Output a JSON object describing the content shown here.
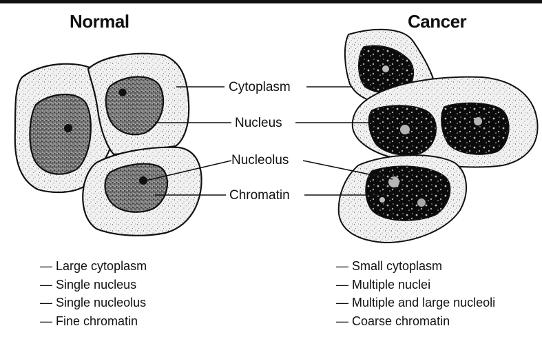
{
  "headings": {
    "normal": "Normal",
    "cancer": "Cancer"
  },
  "labels": {
    "cytoplasm": "Cytoplasm",
    "nucleus": "Nucleus",
    "nucleolus": "Nucleolus",
    "chromatin": "Chromatin"
  },
  "normal_features": [
    "Large cytoplasm",
    "Single nucleus",
    "Single nucleolus",
    "Fine chromatin"
  ],
  "cancer_features": [
    "Small cytoplasm",
    "Multiple nuclei",
    "Multiple and large nucleoli",
    "Coarse chromatin"
  ]
}
